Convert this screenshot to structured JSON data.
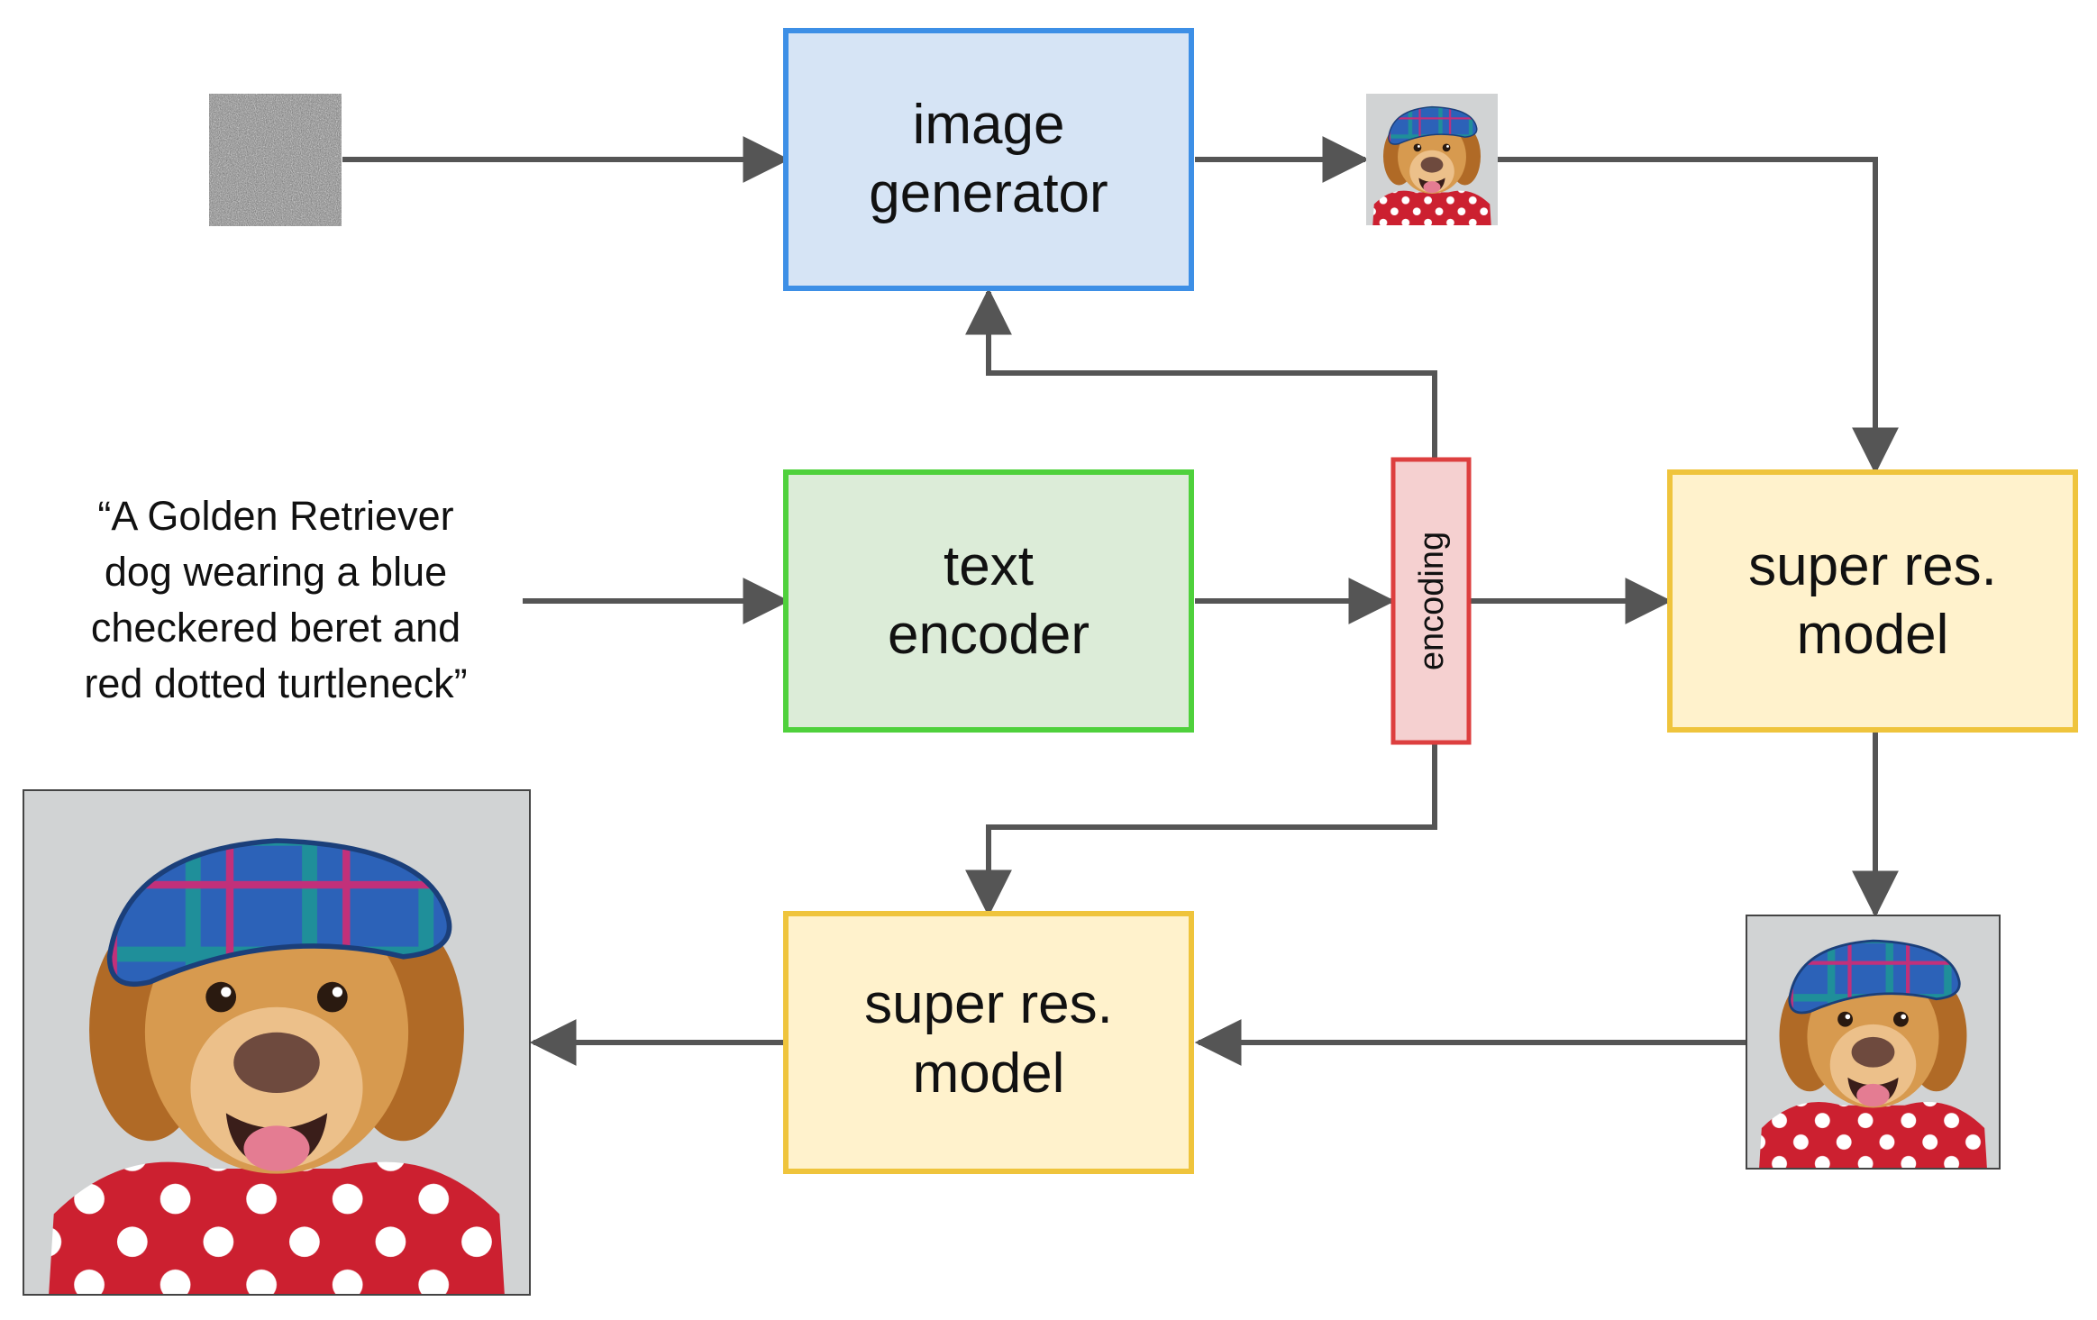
{
  "boxes": {
    "image_generator": {
      "line1": "image",
      "line2": "generator"
    },
    "text_encoder": {
      "line1": "text",
      "line2": "encoder"
    },
    "super_res_top": {
      "line1": "super res.",
      "line2": "model"
    },
    "super_res_bottom": {
      "line1": "super res.",
      "line2": "model"
    },
    "encoding": {
      "label": "encoding"
    }
  },
  "prompt": {
    "line1": "“A Golden Retriever",
    "line2": "dog wearing a blue",
    "line3": "checkered beret and",
    "line4": "red dotted turtleneck”"
  },
  "colors": {
    "generator_fill": "#d6e4f5",
    "generator_stroke": "#3d8fe6",
    "encoder_fill": "#dcecd8",
    "encoder_stroke": "#4fd13c",
    "superres_fill": "#fff2cc",
    "superres_stroke": "#efc43c",
    "encoding_fill": "#f5d0d0",
    "encoding_stroke": "#dd3f3f",
    "arrow": "#555555"
  },
  "images": {
    "noise": "noise-image",
    "small_output": "dog-image-small",
    "medium_output": "dog-image-medium",
    "large_output": "dog-image-large"
  }
}
